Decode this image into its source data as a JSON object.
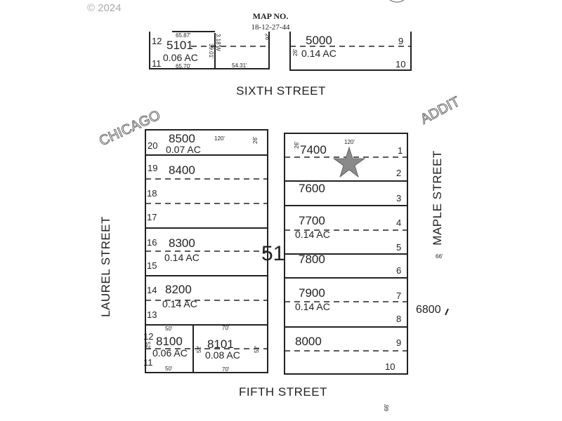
{
  "copyright": "© 2024",
  "header": {
    "title": "MAP NO.",
    "map_number": "18-12-27-44"
  },
  "streets": {
    "sixth": "SIXTH STREET",
    "fifth": "FIFTH STREET",
    "laurel": "LAUREL STREET",
    "maple": "MAPLE STREET"
  },
  "addition": {
    "chicago": "CHICAGO",
    "addit": "ADDIT"
  },
  "block_number": "51",
  "outside_labels": {
    "tax_lot_6800": "6800",
    "width_66_a": "66'",
    "width_66_b": "66'"
  },
  "parcels": {
    "p5101": {
      "id": "5101",
      "acres": "0.06 AC",
      "lots": [
        "12",
        "11"
      ],
      "dims": [
        "65.87'",
        "65.70'",
        "39.01'",
        "3.18'W",
        "54.31'",
        "26'"
      ]
    },
    "p5000": {
      "id": "5000",
      "acres": "0.14 AC",
      "lots": [
        "9",
        "10"
      ],
      "dims": [
        "26'"
      ]
    },
    "p8500": {
      "id": "8500",
      "acres": "0.07 AC",
      "lots": [
        "20"
      ],
      "dims": [
        "120'",
        "26'"
      ]
    },
    "p8400": {
      "id": "8400",
      "lots": [
        "19",
        "18",
        "17"
      ]
    },
    "p8300": {
      "id": "8300",
      "acres": "0.14 AC",
      "lots": [
        "16",
        "15"
      ]
    },
    "p8200": {
      "id": "8200",
      "acres": "0.14 AC",
      "lots": [
        "14",
        "13"
      ]
    },
    "p8100": {
      "id": "8100",
      "acres": "0.06 AC",
      "lots": [
        "12",
        "11"
      ],
      "dims": [
        "50'",
        "50'",
        "52'"
      ]
    },
    "p8101": {
      "id": "8101",
      "acres": "0.08 AC",
      "dims": [
        "70'",
        "70'",
        "52'",
        "52'"
      ]
    },
    "p7400": {
      "id": "7400",
      "lots": [
        "1",
        "2"
      ],
      "dims": [
        "120'",
        "26'"
      ],
      "marker": "star-icon",
      "marker_color": "#8a8a8a"
    },
    "p7600": {
      "id": "7600",
      "lots": [
        "3"
      ]
    },
    "p7700": {
      "id": "7700",
      "acres": "0.14 AC",
      "lots": [
        "4",
        "5"
      ]
    },
    "p7800": {
      "id": "7800",
      "lots": [
        "6"
      ]
    },
    "p7900": {
      "id": "7900",
      "acres": "0.14 AC",
      "lots": [
        "7",
        "8"
      ]
    },
    "p8000": {
      "id": "8000",
      "lots": [
        "9",
        "10"
      ]
    }
  }
}
